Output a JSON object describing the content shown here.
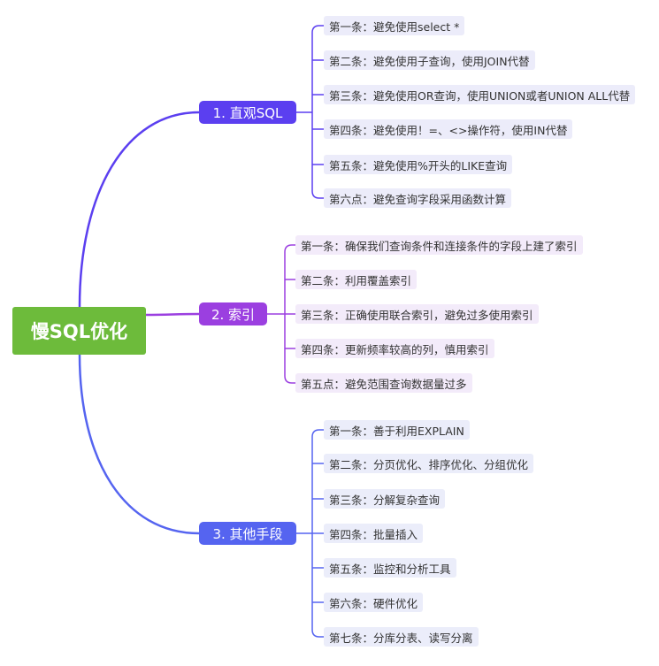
{
  "root": {
    "label": "慢SQL优化"
  },
  "branches": [
    {
      "label": "1. 直观SQL",
      "color": "#5b3ff0",
      "items": [
        "第一条：避免使用select *",
        "第二条：避免使用子查询，使用JOIN代替",
        "第三条：避免使用OR查询，使用UNION或者UNION ALL代替",
        "第四条：避免使用！=、<>操作符，使用IN代替",
        "第五条：避免使用%开头的LIKE查询",
        "第六点：避免查询字段采用函数计算"
      ]
    },
    {
      "label": "2. 索引",
      "color": "#9b3fe0",
      "items": [
        "第一条：确保我们查询条件和连接条件的字段上建了索引",
        "第二条：利用覆盖索引",
        "第三条：正确使用联合索引，避免过多使用索引",
        "第四条：更新频率较高的列，慎用索引",
        "第五点：避免范围查询数据量过多"
      ]
    },
    {
      "label": "3. 其他手段",
      "color": "#5564f0",
      "items": [
        "第一条：善于利用EXPLAIN",
        "第二条：分页优化、排序优化、分组优化",
        "第三条：分解复杂查询",
        "第四条：批量插入",
        "第五条：监控和分析工具",
        "第六条：硬件优化",
        "第七条：分库分表、读写分离"
      ]
    }
  ]
}
